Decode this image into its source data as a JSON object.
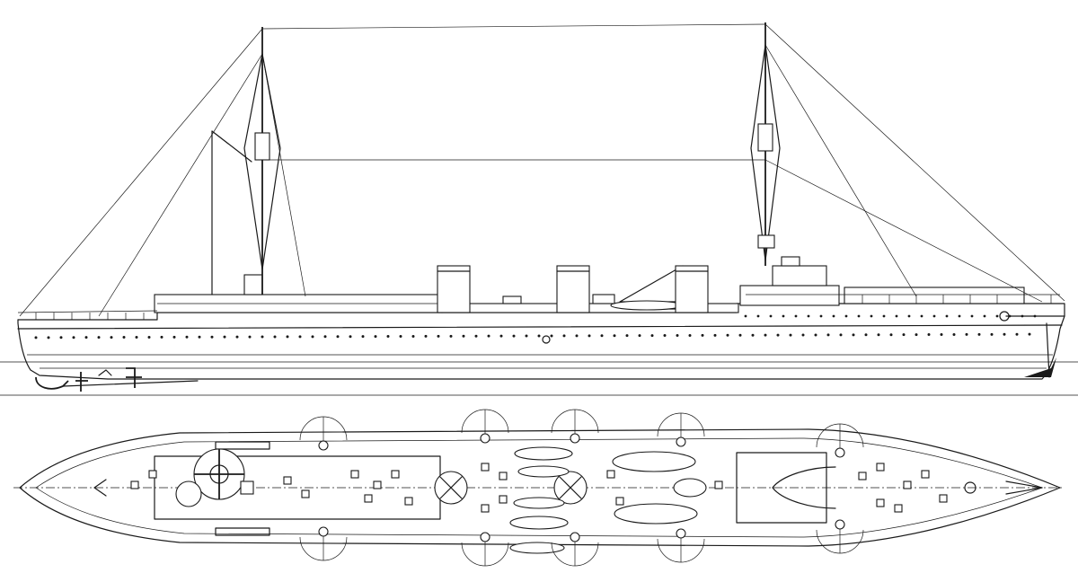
{
  "drawing": {
    "background_color": "#ffffff",
    "line_color": "#1a1a1a",
    "views": [
      {
        "id": "profile",
        "kind": "side elevation"
      },
      {
        "id": "plan",
        "kind": "deck plan"
      }
    ],
    "side_view": {
      "masts": 2,
      "funnels": 3,
      "porthole_rows": 2
    },
    "plan_view": {
      "boats": 6,
      "searchlight_arcs": 10
    }
  }
}
